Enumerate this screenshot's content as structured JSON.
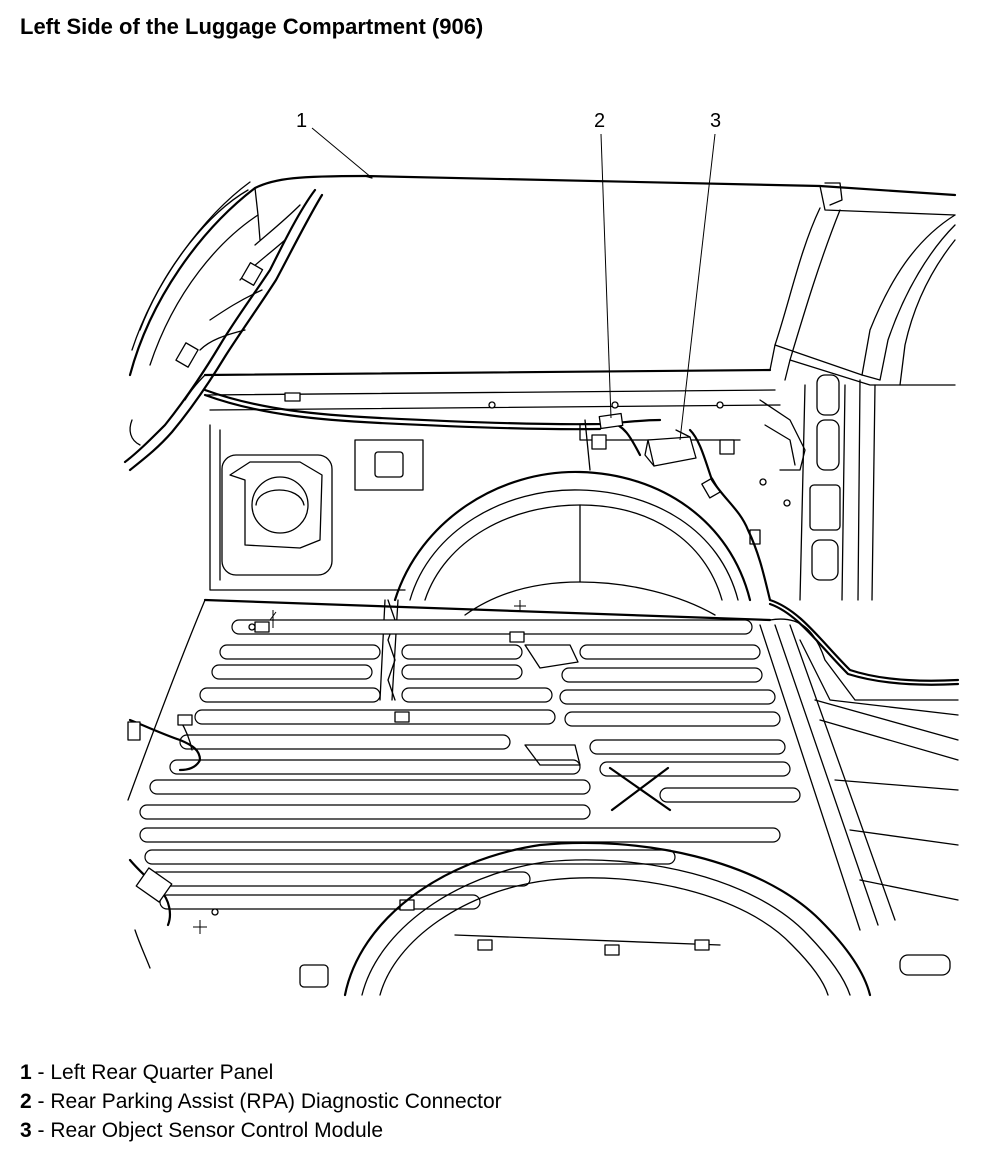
{
  "title": "Left Side of the Luggage Compartment (906)",
  "callouts": [
    {
      "id": "1",
      "label": "1"
    },
    {
      "id": "2",
      "label": "2"
    },
    {
      "id": "3",
      "label": "3"
    }
  ],
  "legend": [
    {
      "num": "1",
      "sep": " - ",
      "text": "Left Rear Quarter Panel"
    },
    {
      "num": "2",
      "sep": " - ",
      "text": "Rear Parking Assist (RPA) Diagnostic Connector"
    },
    {
      "num": "3",
      "sep": " - ",
      "text": "Rear Object Sensor Control Module"
    }
  ]
}
